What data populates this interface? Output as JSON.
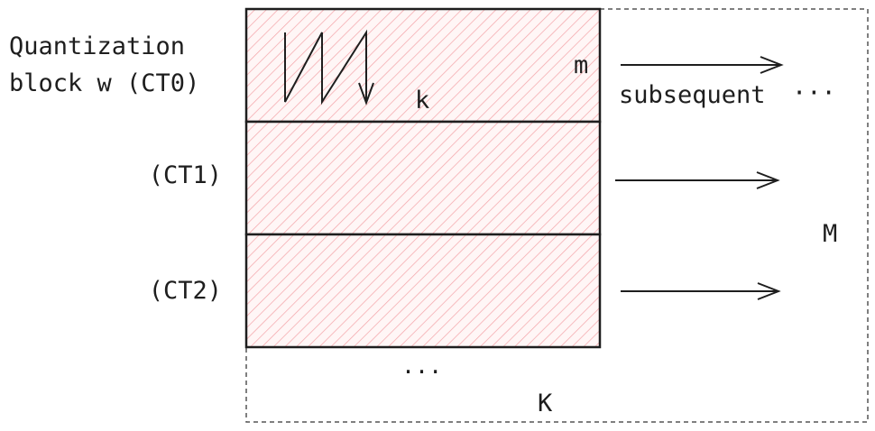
{
  "diagram": {
    "labels": {
      "block_line1": "Quantization",
      "block_line2": "block w (CT0)",
      "ct1": "(CT1)",
      "ct2": "(CT2)",
      "m": "m",
      "k": "k",
      "subsequent": "subsequent",
      "subsequent_dots": "···",
      "M": "M",
      "K": "K",
      "bottom_dots": "..."
    },
    "colors": {
      "stroke": "#1e1e1e",
      "hatch": "#f4a3a8",
      "fill": "#fff5f5"
    }
  }
}
